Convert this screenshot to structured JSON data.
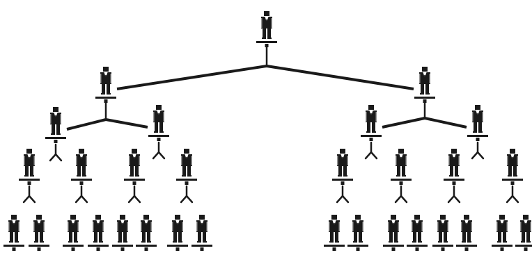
{
  "diagram": {
    "kind": "hierarchy",
    "colors": {
      "ink": "#1a1a1a",
      "background": "#ffffff"
    },
    "node_icon": "person-suit-icon",
    "root": {
      "id": "root",
      "children": [
        {
          "id": "L",
          "children": [
            {
              "id": "LL",
              "children": [
                {
                  "id": "LLL",
                  "children": [
                    {
                      "id": "LLLa",
                      "children": []
                    },
                    {
                      "id": "LLLb",
                      "children": []
                    }
                  ]
                },
                {
                  "id": "LLR",
                  "children": [
                    {
                      "id": "LLRa",
                      "children": []
                    },
                    {
                      "id": "LLRb",
                      "children": []
                    }
                  ]
                }
              ]
            },
            {
              "id": "LR",
              "children": [
                {
                  "id": "LRL",
                  "children": [
                    {
                      "id": "LRLa",
                      "children": []
                    },
                    {
                      "id": "LRLb",
                      "children": []
                    }
                  ]
                },
                {
                  "id": "LRR",
                  "children": [
                    {
                      "id": "LRRa",
                      "children": []
                    },
                    {
                      "id": "LRRb",
                      "children": []
                    }
                  ]
                }
              ]
            }
          ]
        },
        {
          "id": "R",
          "children": [
            {
              "id": "RL",
              "children": [
                {
                  "id": "RLL",
                  "children": [
                    {
                      "id": "RLLa",
                      "children": []
                    },
                    {
                      "id": "RLLb",
                      "children": []
                    }
                  ]
                },
                {
                  "id": "RLR",
                  "children": [
                    {
                      "id": "RLRa",
                      "children": []
                    },
                    {
                      "id": "RLRb",
                      "children": []
                    }
                  ]
                }
              ]
            },
            {
              "id": "RR",
              "children": [
                {
                  "id": "RRL",
                  "children": [
                    {
                      "id": "RRLa",
                      "children": []
                    },
                    {
                      "id": "RRLb",
                      "children": []
                    }
                  ]
                },
                {
                  "id": "RRR",
                  "children": [
                    {
                      "id": "RRRa",
                      "children": []
                    },
                    {
                      "id": "RRRb",
                      "children": []
                    }
                  ]
                }
              ]
            }
          ]
        }
      ]
    }
  }
}
